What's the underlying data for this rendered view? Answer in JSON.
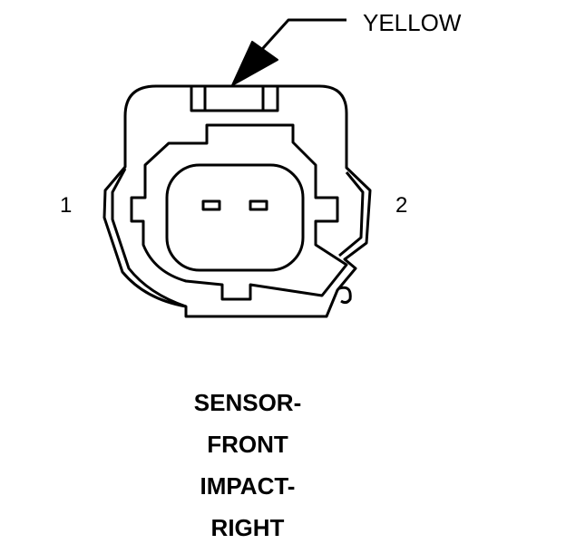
{
  "callout": {
    "wire_color": "YELLOW",
    "leader_color": "#000000"
  },
  "pins": {
    "left": "1",
    "right": "2"
  },
  "caption": {
    "lines": [
      "SENSOR-",
      "FRONT",
      "IMPACT-",
      "RIGHT"
    ]
  },
  "icons": {
    "connector": "connector-face-icon",
    "arrow": "leader-arrow-icon"
  },
  "colors": {
    "line": "#000000",
    "background": "#ffffff"
  }
}
